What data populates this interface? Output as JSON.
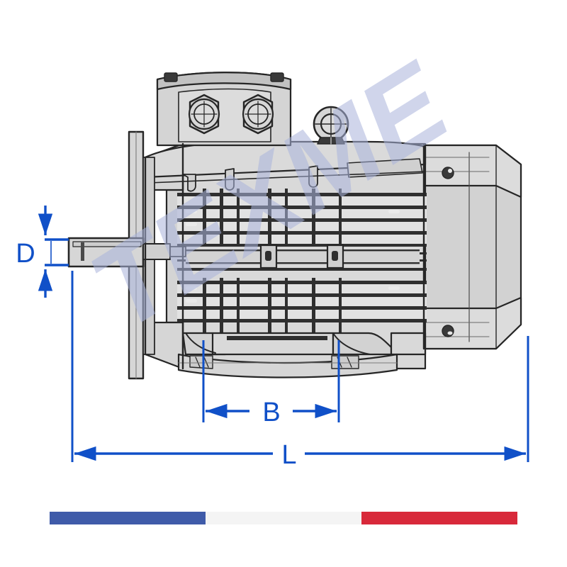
{
  "drawing": {
    "title": "electric-motor-technical-drawing",
    "view": "side elevation, flange-mounted three-phase induction motor",
    "background_color": "#ffffff",
    "outline_color": "#262626",
    "body_fill": "#d9d9d9",
    "body_fill_light": "#e6e6e6",
    "body_fill_dark": "#c6c6c6"
  },
  "dimensions": {
    "accent_color": "#1050c8",
    "items": [
      {
        "key": "D",
        "label": "D",
        "orientation": "vertical",
        "meaning": "shaft diameter"
      },
      {
        "key": "B",
        "label": "B",
        "orientation": "horizontal",
        "meaning": "foot mounting distance"
      },
      {
        "key": "L",
        "label": "L",
        "orientation": "horizontal",
        "meaning": "overall length"
      }
    ]
  },
  "watermark": {
    "text": "TEXME",
    "color": "#aab4dc",
    "opacity": 0.55,
    "rotation_deg": -32
  },
  "flag_bar": {
    "name": "french-flag-bar",
    "stripes": [
      {
        "name": "blue-stripe",
        "color": "#3f5ba9"
      },
      {
        "name": "white-stripe",
        "color": "#f4f4f4"
      },
      {
        "name": "red-stripe",
        "color": "#d8293a"
      }
    ]
  },
  "components": {
    "terminal_box": "terminal-box",
    "cable_glands": [
      "cable-gland-left",
      "cable-gland-right"
    ],
    "lifting_eye": "lifting-eye",
    "mounting_flange": "mounting-flange",
    "shaft": "output-shaft",
    "keyway": "shaft-keyway",
    "cooling_fins": "cooling-fins",
    "feet": [
      "mounting-foot-left",
      "mounting-foot-right"
    ],
    "fan_cowl": "fan-cowl",
    "cowl_screws": [
      "cowl-screw-top",
      "cowl-screw-bottom"
    ]
  }
}
